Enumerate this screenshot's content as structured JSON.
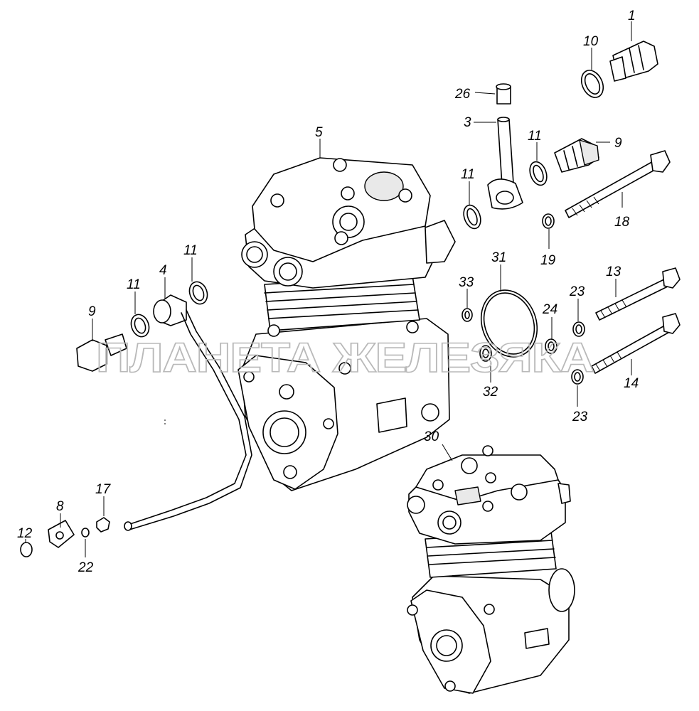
{
  "watermark": "ПЛАНЕТА ЖЕЛЕЗЯКА",
  "callouts": [
    {
      "id": "c1",
      "label": "1"
    },
    {
      "id": "c10",
      "label": "10"
    },
    {
      "id": "c26",
      "label": "26"
    },
    {
      "id": "c3",
      "label": "3"
    },
    {
      "id": "c5",
      "label": "5"
    },
    {
      "id": "c11a",
      "label": "11"
    },
    {
      "id": "c9a",
      "label": "9"
    },
    {
      "id": "c11b",
      "label": "11"
    },
    {
      "id": "c18",
      "label": "18"
    },
    {
      "id": "c19",
      "label": "19"
    },
    {
      "id": "c31",
      "label": "31"
    },
    {
      "id": "c11c",
      "label": "11"
    },
    {
      "id": "c4",
      "label": "4"
    },
    {
      "id": "c11d",
      "label": "11"
    },
    {
      "id": "c9b",
      "label": "9"
    },
    {
      "id": "c33",
      "label": "33"
    },
    {
      "id": "c13",
      "label": "13"
    },
    {
      "id": "c23a",
      "label": "23"
    },
    {
      "id": "c24",
      "label": "24"
    },
    {
      "id": "c32",
      "label": "32"
    },
    {
      "id": "c14",
      "label": "14"
    },
    {
      "id": "c23b",
      "label": "23"
    },
    {
      "id": "c30",
      "label": "30"
    },
    {
      "id": "c17",
      "label": "17"
    },
    {
      "id": "c8",
      "label": "8"
    },
    {
      "id": "c12",
      "label": "12"
    },
    {
      "id": "c22",
      "label": "22"
    }
  ]
}
